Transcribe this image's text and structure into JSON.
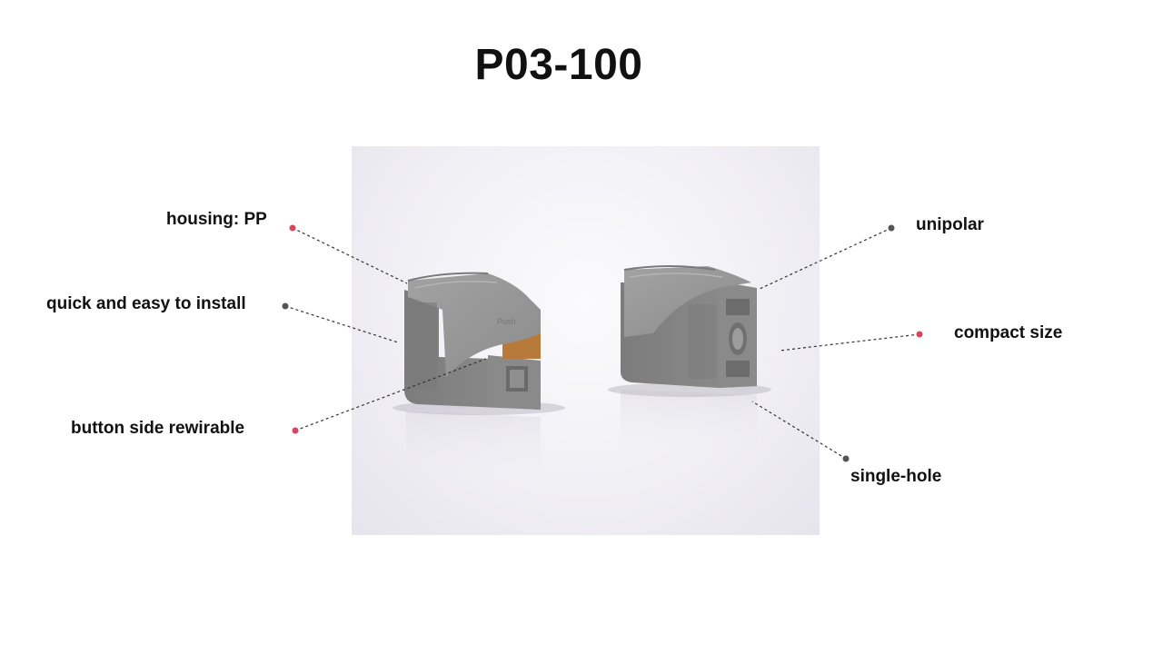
{
  "title": "P03-100",
  "callouts": {
    "housing": "housing: PP",
    "install": "quick and easy to install",
    "rewirable": "button side rewirable",
    "unipolar": "unipolar",
    "compact": "compact size",
    "single_hole": "single-hole"
  },
  "product_photo": {
    "embossed_text": "Push"
  },
  "colors": {
    "dot_red": "#d9455a",
    "dot_gray": "#555555",
    "body_gray": "#888888",
    "button_gray": "#9a9a9a",
    "contact_orange": "#b87a3a"
  }
}
